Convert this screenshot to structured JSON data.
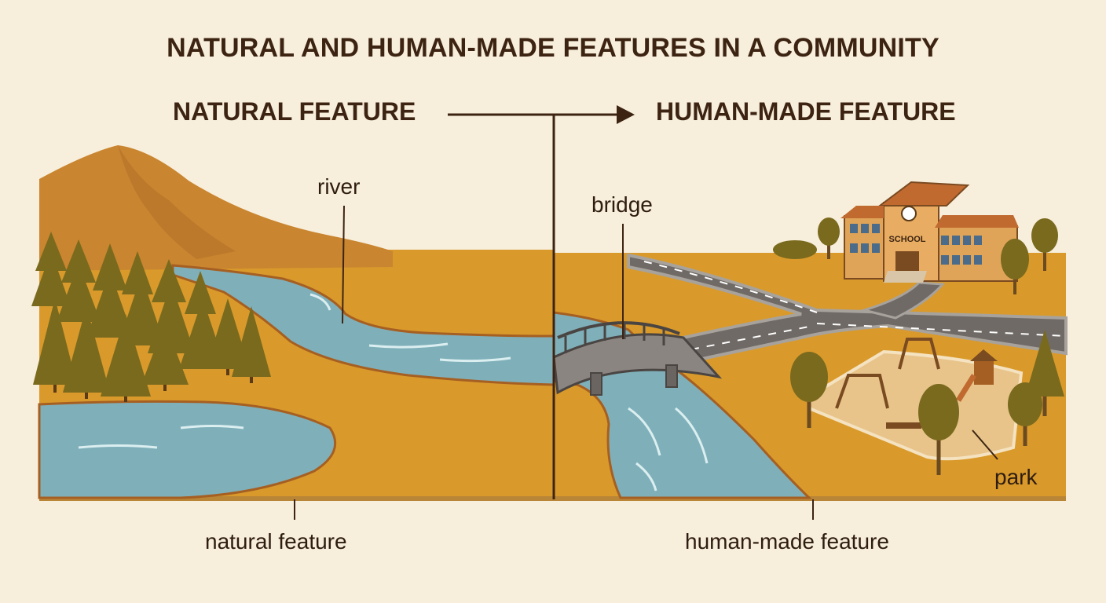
{
  "title": "NATURAL AND HUMAN-MADE FEATURES IN A COMMUNITY",
  "headings": {
    "natural": "NATURAL FEATURE",
    "human_made": "HUMAN-MADE FEATURE"
  },
  "labels": {
    "river": "river",
    "bridge": "bridge",
    "park": "park",
    "natural_feature": "natural feature",
    "human_made_feature": "human-made feature"
  },
  "building_sign": "SCHOOL",
  "colors": {
    "background": "#f7eedb",
    "ground": "#d99a2b",
    "mountain": "#c9852f",
    "water": "#7fb0ba",
    "trees": "#7a6a1e",
    "road": "#6f6a66",
    "text": "#3d2412"
  }
}
